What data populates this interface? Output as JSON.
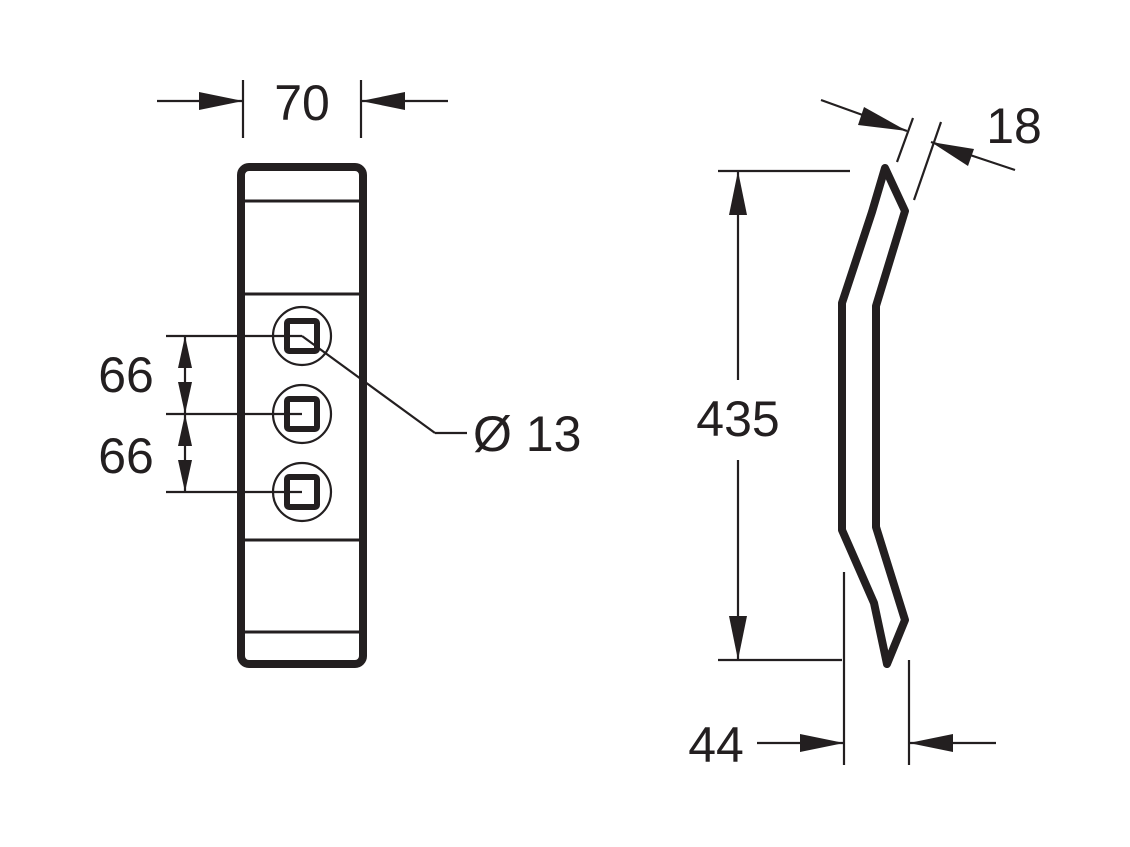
{
  "drawing": {
    "front_view": {
      "width_label": "70",
      "hole_spacing_top_label": "66",
      "hole_spacing_bottom_label": "66",
      "hole_diameter_label": "Ø 13"
    },
    "side_view": {
      "height_label": "435",
      "thickness_label": "18",
      "offset_label": "44"
    },
    "line_color": "#231f20"
  }
}
